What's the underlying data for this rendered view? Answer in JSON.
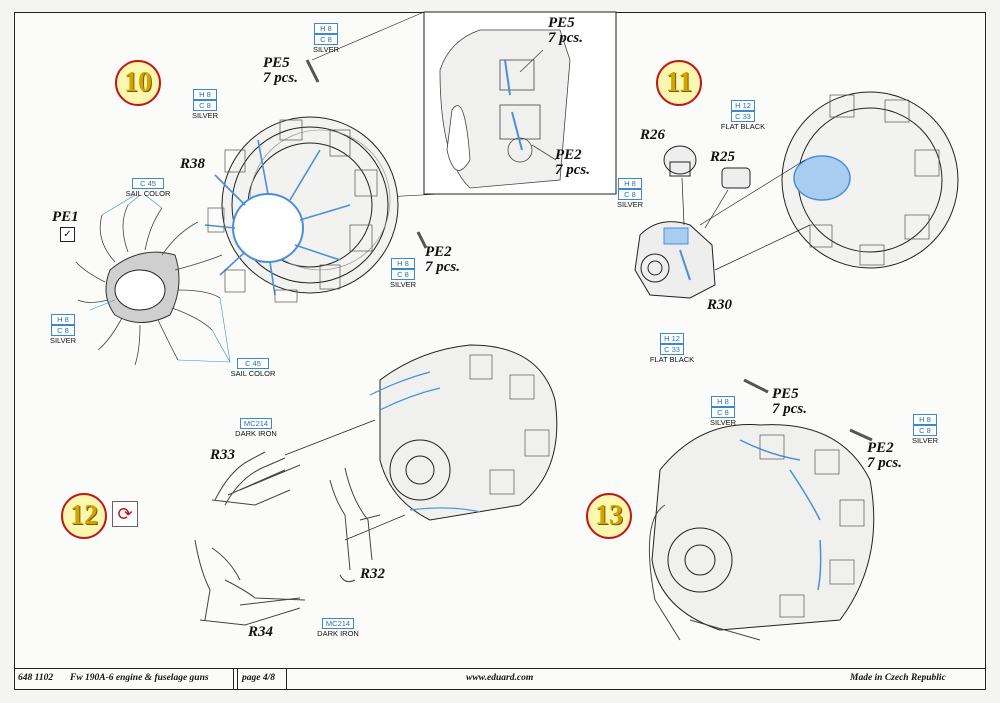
{
  "steps": [
    "10",
    "11",
    "12",
    "13"
  ],
  "part_labels": {
    "pe5_a": {
      "part": "PE5",
      "qty": "7 pcs."
    },
    "pe5_b": {
      "part": "PE5",
      "qty": "7 pcs."
    },
    "pe5_c": {
      "part": "PE5",
      "qty": "7 pcs."
    },
    "pe2_a": {
      "part": "PE2",
      "qty": "7 pcs."
    },
    "pe2_b": {
      "part": "PE2",
      "qty": "7 pcs."
    },
    "pe2_c": {
      "part": "PE2",
      "qty": "7 pcs."
    },
    "pe1": "PE1",
    "r38": "R38",
    "r26": "R26",
    "r25": "R25",
    "r30": "R30",
    "r33": "R33",
    "r32": "R32",
    "r34": "R34"
  },
  "paints": {
    "silver_1": {
      "h": "H 8",
      "c": "C 8",
      "name": "SILVER"
    },
    "silver_2": {
      "h": "H 8",
      "c": "C 8",
      "name": "SILVER"
    },
    "silver_3": {
      "h": "H 8",
      "c": "C 8",
      "name": "SILVER"
    },
    "silver_4": {
      "h": "H 8",
      "c": "C 8",
      "name": "SILVER"
    },
    "silver_5": {
      "h": "H 8",
      "c": "C 8",
      "name": "SILVER"
    },
    "silver_6": {
      "h": "H 8",
      "c": "C 8",
      "name": "SILVER"
    },
    "silver_7": {
      "h": "H 8",
      "c": "C 8",
      "name": "SILVER"
    },
    "sail_1": {
      "c": "C 45",
      "name": "SAIL COLOR"
    },
    "sail_2": {
      "c": "C 45",
      "name": "SAIL COLOR"
    },
    "black_1": {
      "h": "H 12",
      "c": "C 33",
      "name": "FLAT BLACK"
    },
    "black_2": {
      "h": "H 12",
      "c": "C 33",
      "name": "FLAT BLACK"
    },
    "iron_1": {
      "mc": "MC214",
      "name": "DARK IRON"
    },
    "iron_2": {
      "mc": "MC214",
      "name": "DARK IRON"
    }
  },
  "icons": {
    "check": "✓",
    "rotate": "⟳"
  },
  "colors": {
    "accent_blue": "#4a90d9",
    "badge_red": "#c01818",
    "badge_fill": "#fdf7b0"
  },
  "footer": {
    "code": "648 1102",
    "title": "Fw 190A-6 engine & fuselage guns",
    "page": "page 4/8",
    "url": "www.eduard.com",
    "origin": "Made in Czech Republic"
  }
}
